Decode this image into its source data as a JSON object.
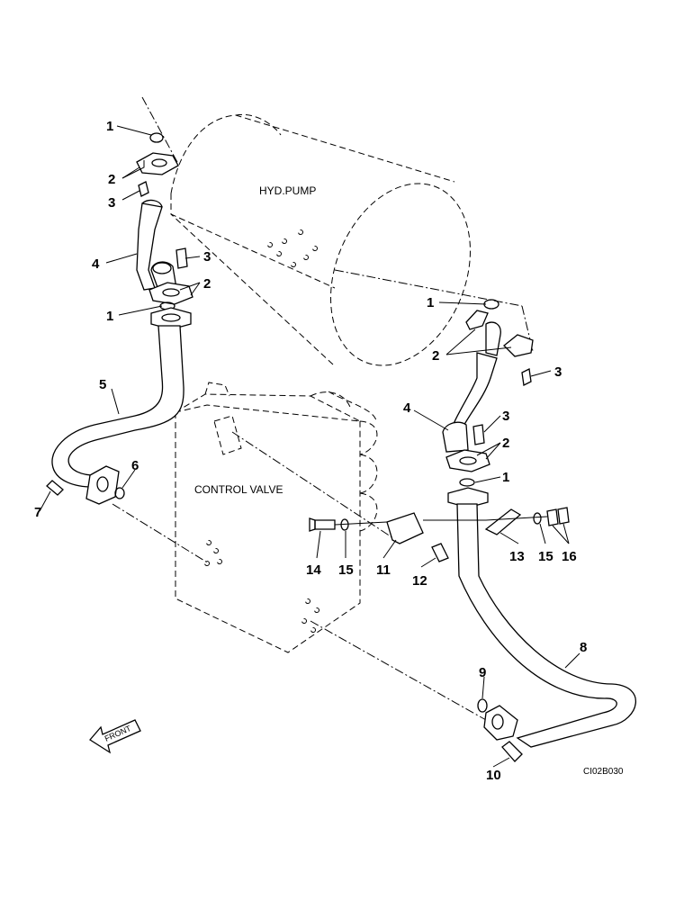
{
  "labels": {
    "hyd_pump": "HYD.PUMP",
    "control_valve": "CONTROL VALVE",
    "front": "FRONT",
    "drawing_code": "CI02B030"
  },
  "callouts": [
    "1",
    "2",
    "3",
    "4",
    "1",
    "2",
    "3",
    "5",
    "6",
    "7",
    "1",
    "2",
    "3",
    "4",
    "3",
    "2",
    "1",
    "14",
    "15",
    "11",
    "12",
    "13",
    "15",
    "16",
    "8",
    "9",
    "10"
  ]
}
